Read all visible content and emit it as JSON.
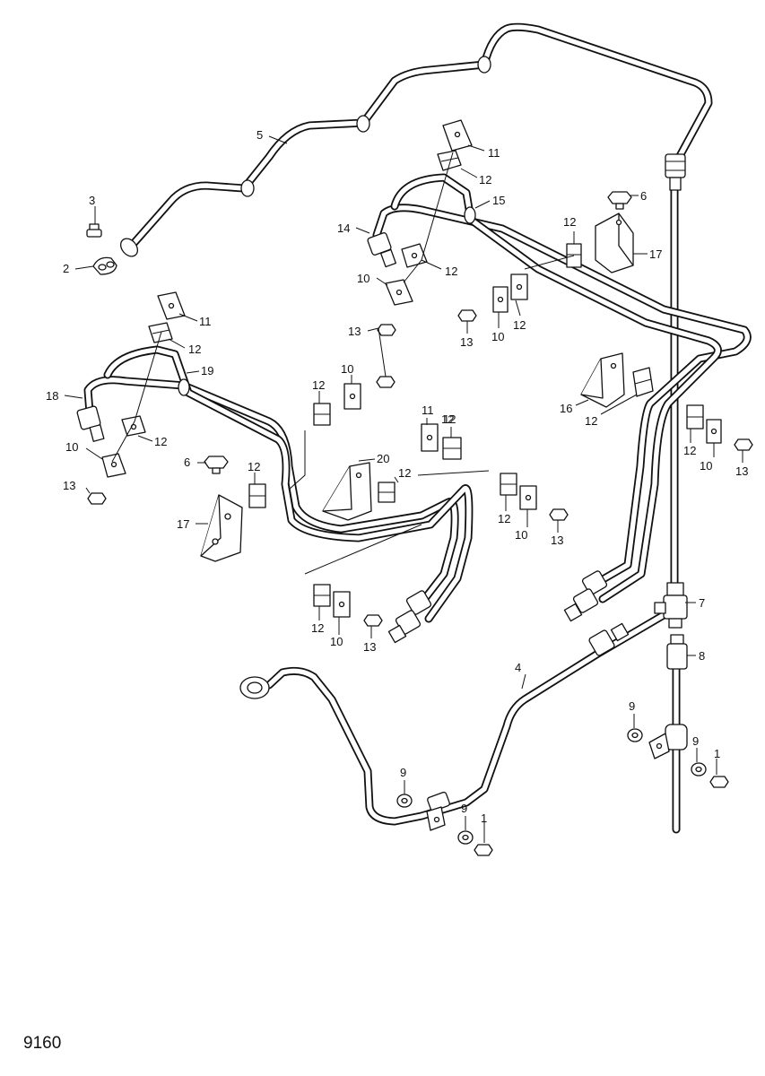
{
  "figure_number": "9160",
  "callouts": [
    {
      "label": "1"
    },
    {
      "label": "1"
    },
    {
      "label": "2"
    },
    {
      "label": "3"
    },
    {
      "label": "4"
    },
    {
      "label": "5"
    },
    {
      "label": "6"
    },
    {
      "label": "6"
    },
    {
      "label": "7"
    },
    {
      "label": "8"
    },
    {
      "label": "9"
    },
    {
      "label": "9"
    },
    {
      "label": "9"
    },
    {
      "label": "9"
    },
    {
      "label": "10"
    },
    {
      "label": "10"
    },
    {
      "label": "10"
    },
    {
      "label": "10"
    },
    {
      "label": "10"
    },
    {
      "label": "10"
    },
    {
      "label": "10"
    },
    {
      "label": "11"
    },
    {
      "label": "11"
    },
    {
      "label": "11"
    },
    {
      "label": "12"
    },
    {
      "label": "12"
    },
    {
      "label": "12"
    },
    {
      "label": "12"
    },
    {
      "label": "12"
    },
    {
      "label": "12"
    },
    {
      "label": "12"
    },
    {
      "label": "12"
    },
    {
      "label": "12"
    },
    {
      "label": "12"
    },
    {
      "label": "12"
    },
    {
      "label": "12"
    },
    {
      "label": "12"
    },
    {
      "label": "12"
    },
    {
      "label": "12"
    },
    {
      "label": "13"
    },
    {
      "label": "13"
    },
    {
      "label": "13"
    },
    {
      "label": "13"
    },
    {
      "label": "13"
    },
    {
      "label": "13"
    },
    {
      "label": "14"
    },
    {
      "label": "15"
    },
    {
      "label": "16"
    },
    {
      "label": "17"
    },
    {
      "label": "17"
    },
    {
      "label": "18"
    },
    {
      "label": "19"
    },
    {
      "label": "20"
    }
  ]
}
